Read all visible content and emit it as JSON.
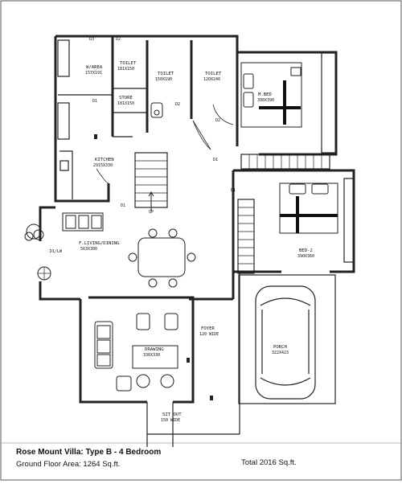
{
  "rooms": {
    "w_area": {
      "name": "W/AREA",
      "size": "157X191"
    },
    "toilet1": {
      "name": "TOILET",
      "size": "181X150"
    },
    "toilet2": {
      "name": "TOILET",
      "size": "150X190"
    },
    "toilet3": {
      "name": "TOILET",
      "size": "120X240"
    },
    "store": {
      "name": "STORE",
      "size": "181X150"
    },
    "kitchen": {
      "name": "KITCHEN",
      "size": "2915X330"
    },
    "mbed": {
      "name": "M.BED",
      "size": "390X390"
    },
    "bed2": {
      "name": "BED-2",
      "size": "390X360"
    },
    "living": {
      "name": "F.LIVING/DINING",
      "size": "563X300"
    },
    "drawing": {
      "name": "DRAWING",
      "size": "330X330"
    },
    "foyer": {
      "name": "FOYER",
      "size": "120 WIDE"
    },
    "porch": {
      "name": "PORCH",
      "size": "322X423"
    },
    "sitout": {
      "name": "SIT OUT",
      "size": "150 WIDE"
    }
  },
  "marks": {
    "d3": "D3",
    "d2a": "D2",
    "d2b": "D2",
    "d2c": "D2",
    "d1a": "D1",
    "d1b": "D1",
    "d1c": "D1",
    "d1d": "D1",
    "dlw": "D1/LW",
    "up": "UP"
  },
  "caption": {
    "title": "Rose Mount Villa: Type B - 4 Bedroom",
    "area": "Ground Floor Area: 1264 Sq.ft.",
    "total": "Total 2016 Sq.ft."
  }
}
